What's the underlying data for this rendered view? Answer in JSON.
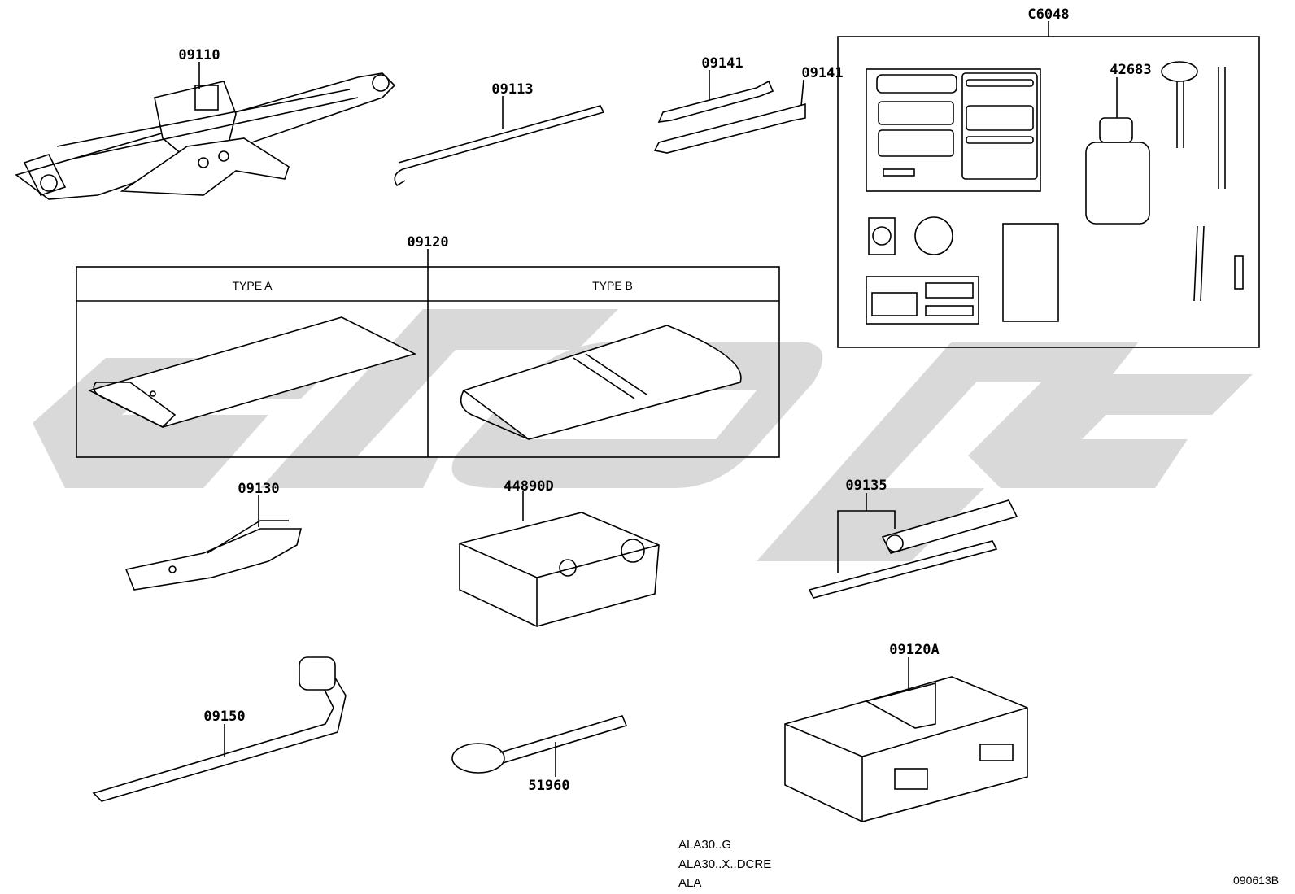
{
  "part_labels": {
    "p09110": "09110",
    "p09113": "09113",
    "p09141a": "09141",
    "p09141b": "09141",
    "pC6048": "C6048",
    "p42683": "42683",
    "p09120": "09120",
    "p09130": "09130",
    "p44890D": "44890D",
    "p09135": "09135",
    "p09150": "09150",
    "p51960": "51960",
    "p09120A": "09120A"
  },
  "tool_bag_types": {
    "type_a": "TYPE A",
    "type_b": "TYPE B"
  },
  "model_codes": [
    "ALA30..G",
    "ALA30..X..DCRE",
    "ALA"
  ],
  "figure_code": "090613B",
  "colors": {
    "line": "#000000",
    "watermark": "#d9d9d9",
    "background": "#ffffff"
  }
}
